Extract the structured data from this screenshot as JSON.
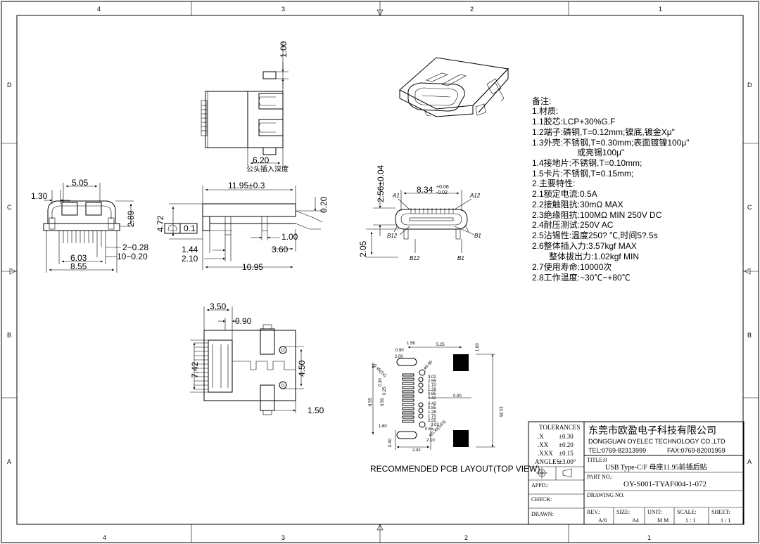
{
  "frame": {
    "top_zones": [
      "4",
      "3",
      "2",
      "1"
    ],
    "bottom_zones": [
      "4",
      "3",
      "2",
      "1"
    ],
    "side_zones": [
      "D",
      "C",
      "B",
      "A"
    ]
  },
  "top_view": {
    "dim_top": "1.00",
    "dim_width": "6.20",
    "caption": "公头插入深度"
  },
  "front_view": {
    "d_505": "5.05",
    "d_130": "1.30",
    "d_289": "2.89",
    "d_028": "2−0.28",
    "d_020": "10−0.20",
    "d_603": "6.03",
    "d_855": "8.55"
  },
  "side_view": {
    "d_1195": "11.95±0.3",
    "d_020": "0.20",
    "d_472": "4.72",
    "flatness": "0.1",
    "d_100": "1.00",
    "d_360": "3.60",
    "d_144": "1.44",
    "d_210": "2.10",
    "d_1095": "10.95"
  },
  "end_view": {
    "d_256": "2.56±0.04",
    "d_834": "8.34",
    "tol_up": "+0.06",
    "tol_dn": "-0.02",
    "A1": "A1",
    "A12": "A12",
    "B12": "B12",
    "B1": "B1",
    "d_205": "2.05"
  },
  "bottom_view": {
    "d_350": "3.50",
    "d_090": "0.90",
    "d_742": "7.42",
    "d_450": "4.50",
    "d_150": "1.50"
  },
  "pcb": {
    "caption": "RECOMMENDED PCB LAYOUT(TOP VIEW)",
    "d_156": "1.56",
    "d_200": "2.00",
    "d_090": "0.90",
    "d_525": "5.25",
    "d_160": "1.60",
    "d_090r": "ø0.90",
    "d_045": "ø0.45(2X)",
    "d_025": "0.25",
    "d_030": "0.30",
    "d_050": "0.50",
    "d_855": "8.55",
    "d_000": "0.00",
    "d_1035": "10.35",
    "d_160b": "1.60",
    "d_040": "0.40",
    "d_210": "2.10",
    "d_242": "2.42",
    "d_065": "0.65",
    "d_r030": "R0.30(10X)",
    "right_labels": [
      "3.02",
      "2.55",
      "1.70",
      "1.28",
      "0.85",
      "0.42",
      "0.42",
      "0.85",
      "1.28",
      "1.70",
      "2.55",
      "3.02"
    ]
  },
  "notes": {
    "title": "备注:",
    "lines": [
      "1.材质:",
      "1.1胶芯:LCP+30%G.F",
      "1.2端子:磷铜,T=0.12mm;镍底,镀金Xμ\"",
      "1.3外壳:不锈钢,T=0.30mm;表面镀镍100μ\"",
      "或亮锡100μ\"",
      "1.4接地片:不锈钢,T=0.10mm;",
      "1.5卡片:不锈钢,T=0.15mm;",
      "2.主要特性:",
      "2.1额定电流:0.5A",
      "2.2接触阻抗:30mΩ  MAX",
      "2.3绝缘阻抗:100MΩ  MIN  250V  DC",
      "2.4耐压测试:250V  AC",
      "2.5沾锡性:温度250?  ℃,时间5?.5s",
      "2.6整体插入力:3.57kgf  MAX",
      "整体拔出力:1.02kgf  MIN",
      "2.7使用寿命:10000次",
      "2.8工作温度:−30℃~+80℃"
    ]
  },
  "title_block": {
    "tol_title": "TOLERANCES",
    "tol_rows": [
      {
        "k": ".X",
        "v": "±0.30"
      },
      {
        "k": ".XX",
        "v": "±0.20"
      },
      {
        "k": ".XXX",
        "v": "±0.15"
      },
      {
        "k": "ANGLES",
        "v": "±3.00°"
      }
    ],
    "company_cn": "东莞市欧盈电子科技有限公司",
    "company_en": "DONGGUAN OYELEC TECHNOLOGY CO.,LTD",
    "tel": "TEL:0769-82313999",
    "fax": "FAX:0769-82001959",
    "title_label": "TITLE:0",
    "title_value": "USB Type-C/F 母座11.95前插后贴",
    "part_label": "PART NO.:",
    "part_value": "OY-S001-TYAF004-1-072",
    "drawing_label": "DRAWING NO.",
    "appd_label": "APPD.:",
    "check_label": "CHECK:",
    "drawn_label": "DRAWN:",
    "rev_label": "REV.:",
    "rev_value": "A/0",
    "size_label": "SIZE:",
    "size_value": "A4",
    "unit_label": "UNIT:",
    "unit_value": "M M",
    "scale_label": "SCALE:",
    "scale_value": "1 : 1",
    "sheet_label": "SHEET:",
    "sheet_value": "1 / 1"
  }
}
